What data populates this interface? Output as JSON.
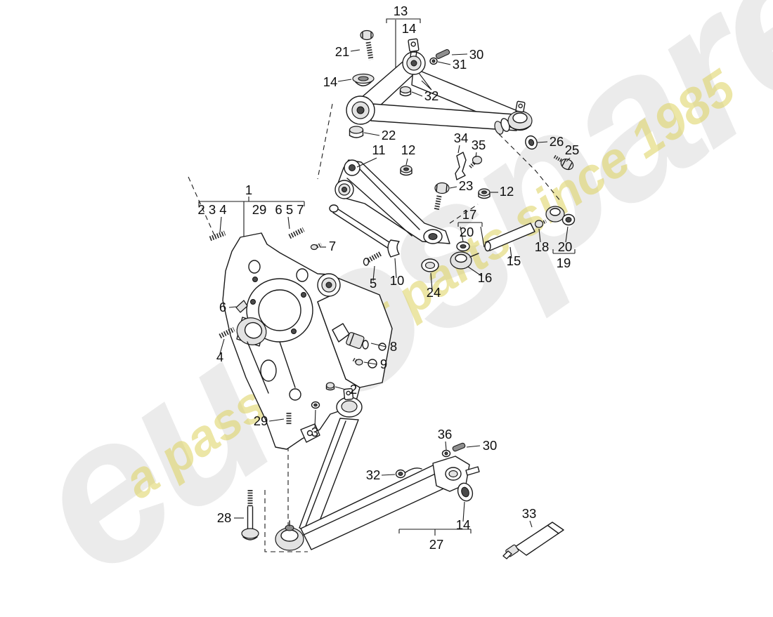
{
  "watermark": {
    "brand": "eurospares",
    "slogan": "a passion for parts since 1985",
    "brand_color": "#d9d9d9",
    "slogan_color": "#ddd35e"
  },
  "diagram": {
    "description": "rear axle suspension exploded parts diagram",
    "line_color": "#1a1a1a",
    "label_color": "#0e0e0e"
  },
  "callouts": {
    "group13": "13",
    "group13_sub14": "14",
    "bolt21": "21",
    "washer14_top": "14",
    "nut22": "22",
    "pin30_top": "30",
    "ring31": "31",
    "nut32_top": "32",
    "washer26": "26",
    "bolt25": "25",
    "bracket11": "11",
    "nut12_a": "12",
    "bracket34": "34",
    "bolt35": "35",
    "bolt23": "23",
    "nut12_b": "12",
    "group17": "17",
    "bushing20_a": "20",
    "joint16": "16",
    "rod15": "15",
    "nut18": "18",
    "bushing20_b": "20",
    "joint19": "19",
    "group1": "1",
    "group1_members_left": "2 3 4",
    "group1_member_mid": "29",
    "group1_members_right": "6 5 7",
    "screw7": "7",
    "bolt5": "5",
    "clamp10": "10",
    "bushing24": "24",
    "pin6": "6",
    "stud4": "4",
    "sensor8": "8",
    "screw9": "9",
    "nut2": "2",
    "cap3": "3",
    "stud29": "29",
    "bolt28": "28",
    "ring36": "36",
    "pin30_bottom": "30",
    "ring32_bottom": "32",
    "seal14_bottom": "14",
    "arm27": "27",
    "tube33": "33"
  }
}
